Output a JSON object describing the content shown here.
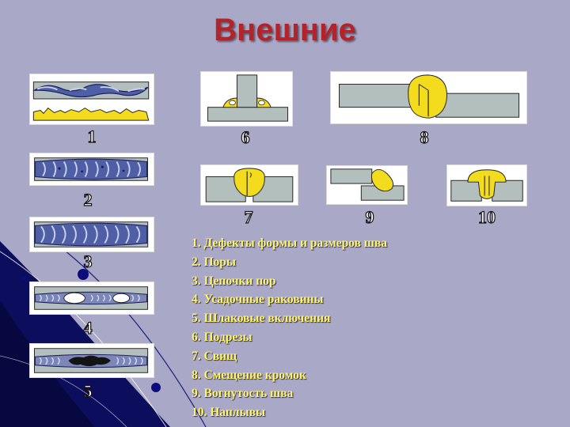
{
  "title": "Внешние",
  "figures": [
    {
      "number": "1"
    },
    {
      "number": "2"
    },
    {
      "number": "3"
    },
    {
      "number": "4"
    },
    {
      "number": "5"
    },
    {
      "number": "6"
    },
    {
      "number": "7"
    },
    {
      "number": "8"
    },
    {
      "number": "9"
    },
    {
      "number": "10"
    }
  ],
  "legend": [
    "1. Дефекты формы и размеров шва",
    "2. Поры",
    "3. Цепочки пор",
    "4. Усадочные раковины",
    "5. Шлаковые включения",
    "6. Подрезы",
    "7. Свищ",
    "8. Смещение кромок",
    "9. Вогнутость шва",
    "10. Наплывы"
  ],
  "colors": {
    "background": "#a9a8c6",
    "title": "#b4232a",
    "legend_text": "#fff36a",
    "weld_yellow": "#f3dc1e",
    "plate_gray": "#b3bfbd",
    "bead_blue": "#4f5fa6",
    "decor_navy": "#0a0a55"
  }
}
